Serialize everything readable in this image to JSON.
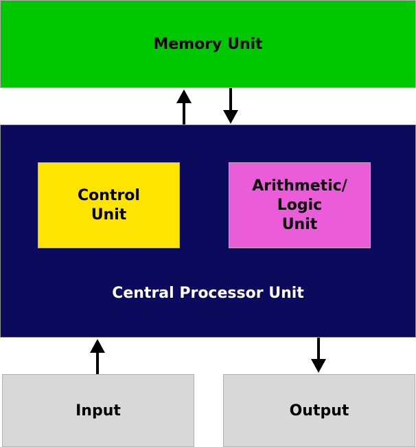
{
  "colors": {
    "memory": "#00c800",
    "cpu": "#0c0a5c",
    "control": "#ffe400",
    "alu": "#eb5cd8",
    "io": "#d8d8d8",
    "arrow": "#000000"
  },
  "diagram": {
    "memory_label": "Memory Unit",
    "cpu_label": "Central Processor Unit",
    "control_label": "Control\nUnit",
    "alu_label": "Arithmetic/\nLogic\nUnit",
    "input_label": "Input",
    "output_label": "Output"
  },
  "connections": [
    {
      "from": "cpu",
      "to": "memory"
    },
    {
      "from": "memory",
      "to": "cpu"
    },
    {
      "from": "input",
      "to": "cpu"
    },
    {
      "from": "cpu",
      "to": "output"
    }
  ]
}
